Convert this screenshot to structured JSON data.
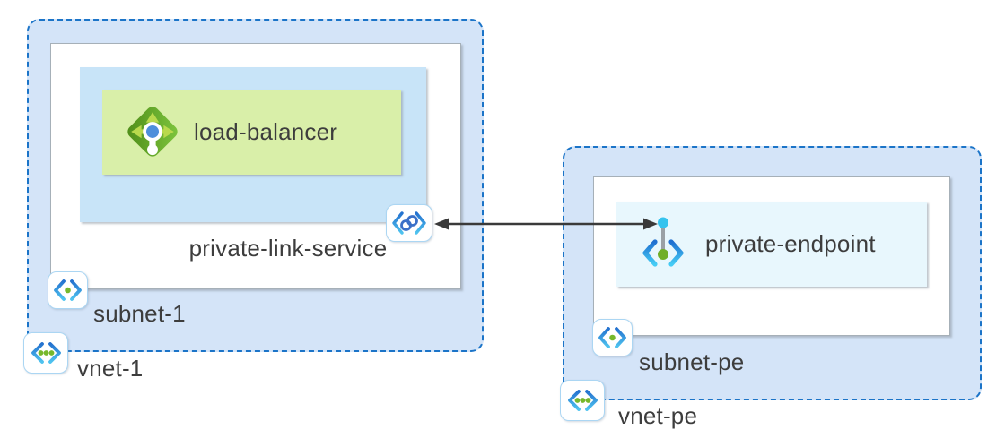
{
  "diagram": {
    "vnet1": {
      "label": "vnet-1",
      "icon": "vnet-icon",
      "subnet1": {
        "label": "subnet-1",
        "icon": "subnet-icon",
        "private_link_service": {
          "label": "private-link-service",
          "icon": "private-link-service-icon",
          "load_balancer": {
            "label": "load-balancer",
            "icon": "load-balancer-icon"
          }
        }
      }
    },
    "vnet_pe": {
      "label": "vnet-pe",
      "icon": "vnet-icon",
      "subnet_pe": {
        "label": "subnet-pe",
        "icon": "subnet-icon",
        "private_endpoint": {
          "label": "private-endpoint",
          "icon": "private-endpoint-icon"
        }
      }
    },
    "connection": {
      "type": "double-headed-arrow",
      "from": "private-link-service",
      "to": "private-endpoint"
    },
    "colors": {
      "vnet_fill": "#d4e4f8",
      "vnet_border": "#1b74c8",
      "subnet_fill": "#ffffff",
      "private_link_service_fill": "#c8e4f8",
      "load_balancer_fill": "#d9efa9",
      "private_endpoint_fill": "#e8f7fd",
      "label_text": "#3d3d3d",
      "arrow": "#3a3a3a",
      "icon_green_dot": "#76b82c",
      "icon_bracket_top": "#2472cf",
      "icon_bracket_bottom": "#4fc3ef"
    }
  }
}
